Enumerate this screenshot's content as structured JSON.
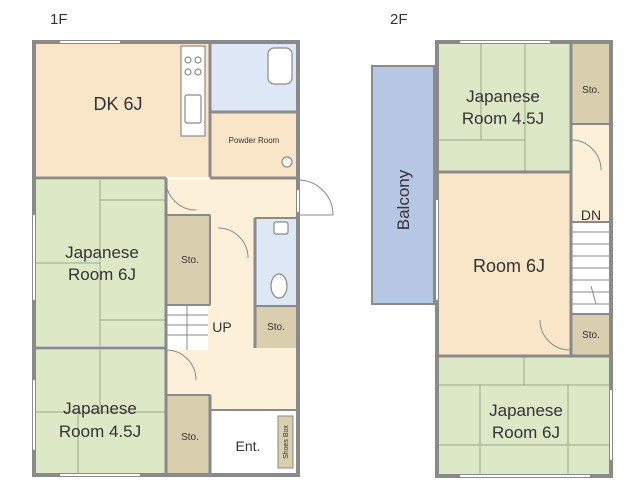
{
  "floor1": {
    "heading": "1F",
    "dk": "DK 6J",
    "powder_room": "Powder Room",
    "jroom6": [
      "Japanese",
      "Room 6J"
    ],
    "jroom45": [
      "Japanese",
      "Room 4.5J"
    ],
    "sto_upper": "Sto.",
    "sto_up": "Sto.",
    "sto_lower": "Sto.",
    "up": "UP",
    "entrance": "Ent.",
    "shoes_box": "Shoes Box"
  },
  "floor2": {
    "heading": "2F",
    "balcony": "Balcony",
    "jroom45": [
      "Japanese",
      "Room 4.5J"
    ],
    "room6": "Room 6J",
    "jroom6": [
      "Japanese",
      "Room 6J"
    ],
    "sto_top": "Sto.",
    "sto_mid": "Sto.",
    "dn": "DN"
  },
  "colors": {
    "wall": "#8a8a8a",
    "tatami": "#dde9c6",
    "wood": "#f9e6c8",
    "storage": "#d9cfae",
    "wet": "#dde7f5",
    "hall": "#fdf0d8",
    "balcony": "#b6c7e6"
  }
}
